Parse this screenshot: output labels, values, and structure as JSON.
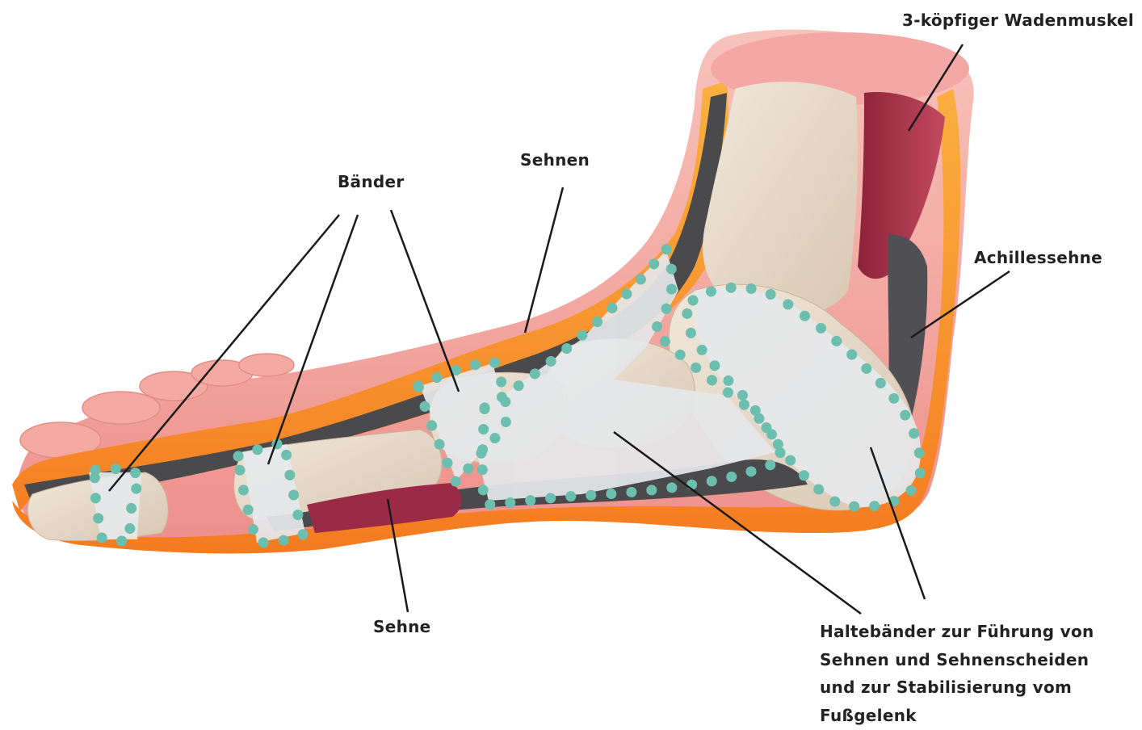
{
  "labels": {
    "calf_muscle": "3-köpfiger Wadenmuskel",
    "achilles": "Achillessehne",
    "tendons_top": "Sehnen",
    "ligaments": "Bänder",
    "tendon_bottom": "Sehne",
    "retinacula": [
      "Haltebänder zur Führung von",
      "Sehnen und Sehnenscheiden",
      "und zur Stabilisierung vom",
      "Fußgelenk"
    ]
  },
  "colors": {
    "skin": "#f2a5a0",
    "skin_light": "#f8c6bf",
    "fat": "#f7941d",
    "fat_light": "#fbb040",
    "tendon_dark": "#4a4a4d",
    "bone": "#e9dccb",
    "muscle": "#b0304a",
    "ligament_fill": "#e4e6e8",
    "dot": "#6cbfae",
    "leader_line": "#1a1a1a"
  }
}
